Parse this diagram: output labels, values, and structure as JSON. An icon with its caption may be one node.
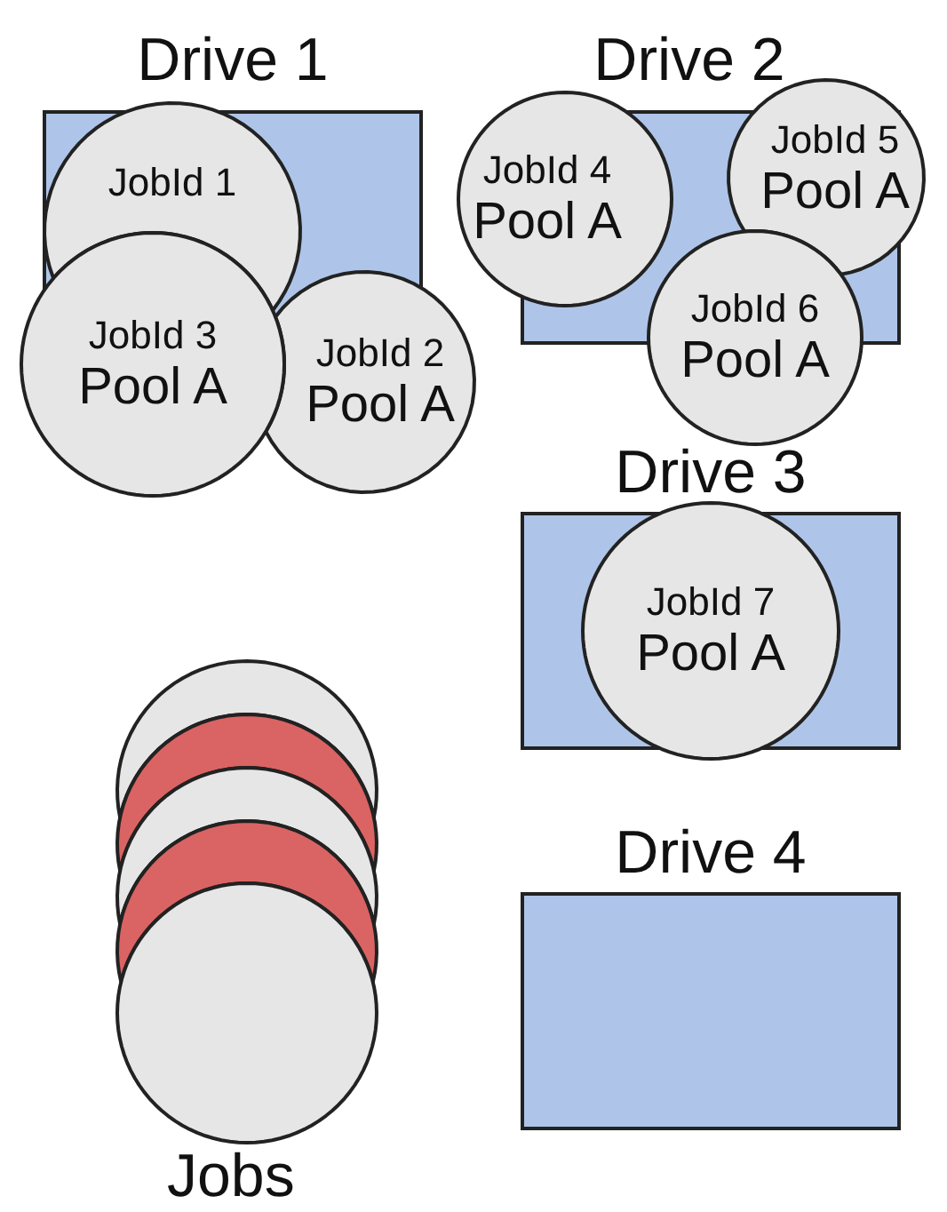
{
  "diagram": {
    "nodes": [
      {
        "text": [
          "Drive 1"
        ]
      },
      {
        "text": [
          "JobId 1"
        ],
        "in": 0
      },
      {
        "text": [
          "JobId 2",
          "Pool A"
        ]
      },
      {
        "text": [
          "JobId 3",
          "Pool A"
        ]
      },
      {
        "text": [
          "Drive 2"
        ]
      },
      {
        "text": [
          "JobId 4",
          "Pool A"
        ]
      },
      {
        "text": [
          "JobId 5",
          "Pool A"
        ]
      },
      {
        "text": [
          "JobId 6",
          "Pool A"
        ]
      },
      {
        "text": [
          "Drive 3"
        ]
      },
      {
        "text": [
          "JobId 7",
          "Pool A"
        ]
      },
      {
        "text": [
          "Drive 4"
        ]
      },
      {
        "text": [],
        "shape": "circle"
      },
      {
        "text": [],
        "shape": "circle"
      },
      {
        "text": [],
        "shape": "circle"
      },
      {
        "text": [],
        "shape": "circle"
      },
      {
        "text": [],
        "shape": "circle"
      }
    ],
    "edges": [],
    "labels": [
      "Jobs"
    ]
  }
}
